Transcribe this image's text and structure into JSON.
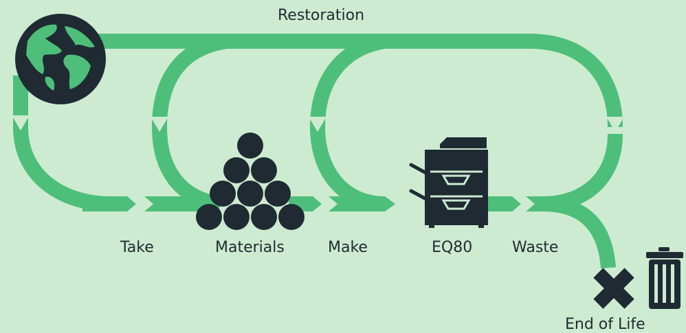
{
  "labels": {
    "top": "Restoration",
    "take": "Take",
    "materials": "Materials",
    "make": "Make",
    "product": "EQ80",
    "waste": "Waste",
    "end": "End of Life"
  },
  "icons": {
    "globe": "globe-icon",
    "materials": "materials-stack-icon",
    "product": "printer-icon",
    "cross": "cross-icon",
    "bin": "trash-bin-icon"
  },
  "colors": {
    "background": "#cdebd0",
    "flow": "#4dbf7a",
    "ink": "#1f2a33"
  }
}
